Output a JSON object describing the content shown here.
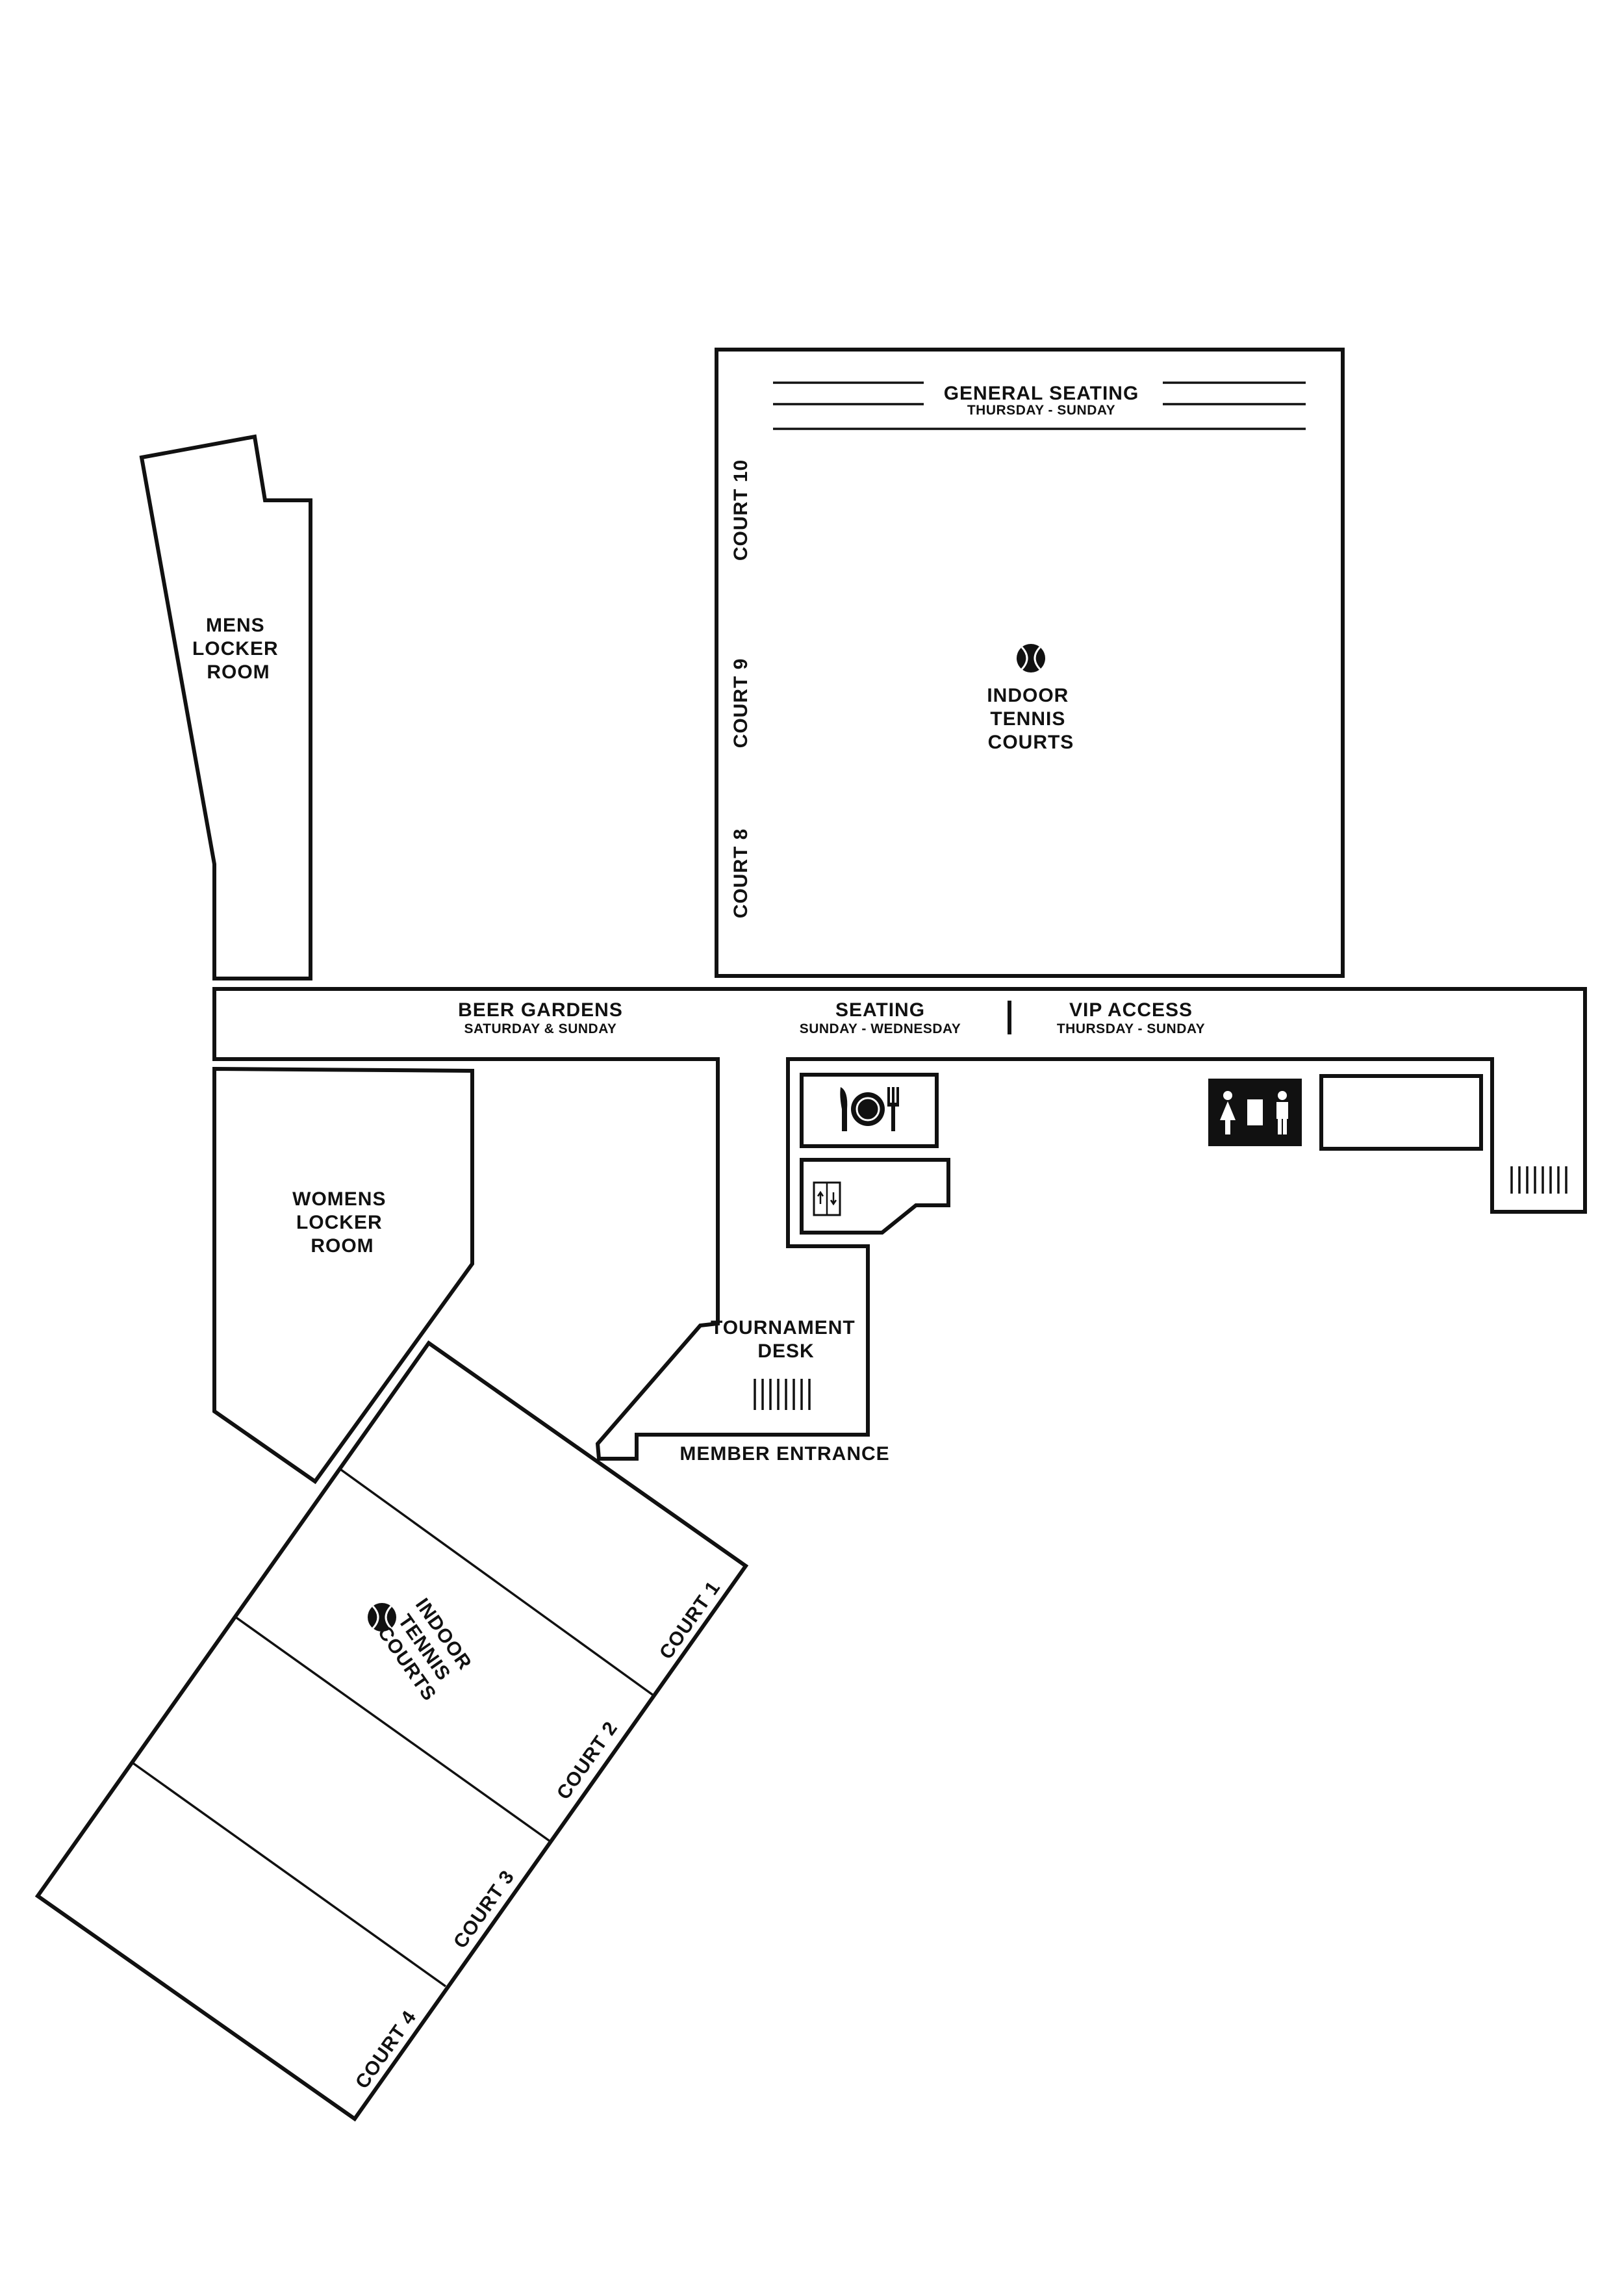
{
  "colors": {
    "ink": "#111111",
    "background": "#ffffff"
  },
  "areas": {
    "mens_locker": [
      "MENS",
      "LOCKER",
      "ROOM"
    ],
    "womens_locker": [
      "WOMENS",
      "LOCKER",
      "ROOM"
    ],
    "indoor_courts_north": [
      "INDOOR",
      "TENNIS",
      "COURTS"
    ],
    "indoor_courts_south": [
      "INDOOR",
      "TENNIS",
      "COURTS"
    ],
    "tournament_desk": [
      "TOURNAMENT",
      "DESK"
    ],
    "member_entrance": "MEMBER ENTRANCE"
  },
  "zones": {
    "general_seating": {
      "title": "GENERAL SEATING",
      "days": "THURSDAY - SUNDAY"
    },
    "beer_gardens": {
      "title": "BEER GARDENS",
      "days": "SATURDAY & SUNDAY"
    },
    "seating": {
      "title": "SEATING",
      "days": "SUNDAY - WEDNESDAY"
    },
    "vip_access": {
      "title": "VIP ACCESS",
      "days": "THURSDAY - SUNDAY"
    }
  },
  "courts": {
    "court_1": "COURT 1",
    "court_2": "COURT 2",
    "court_3": "COURT 3",
    "court_4": "COURT 4",
    "court_8": "COURT 8",
    "court_9": "COURT 9",
    "court_10": "COURT 10"
  },
  "icons": [
    "tennis-ball-icon",
    "dining-icon",
    "elevator-icon",
    "restroom-icon",
    "stairs-icon"
  ]
}
